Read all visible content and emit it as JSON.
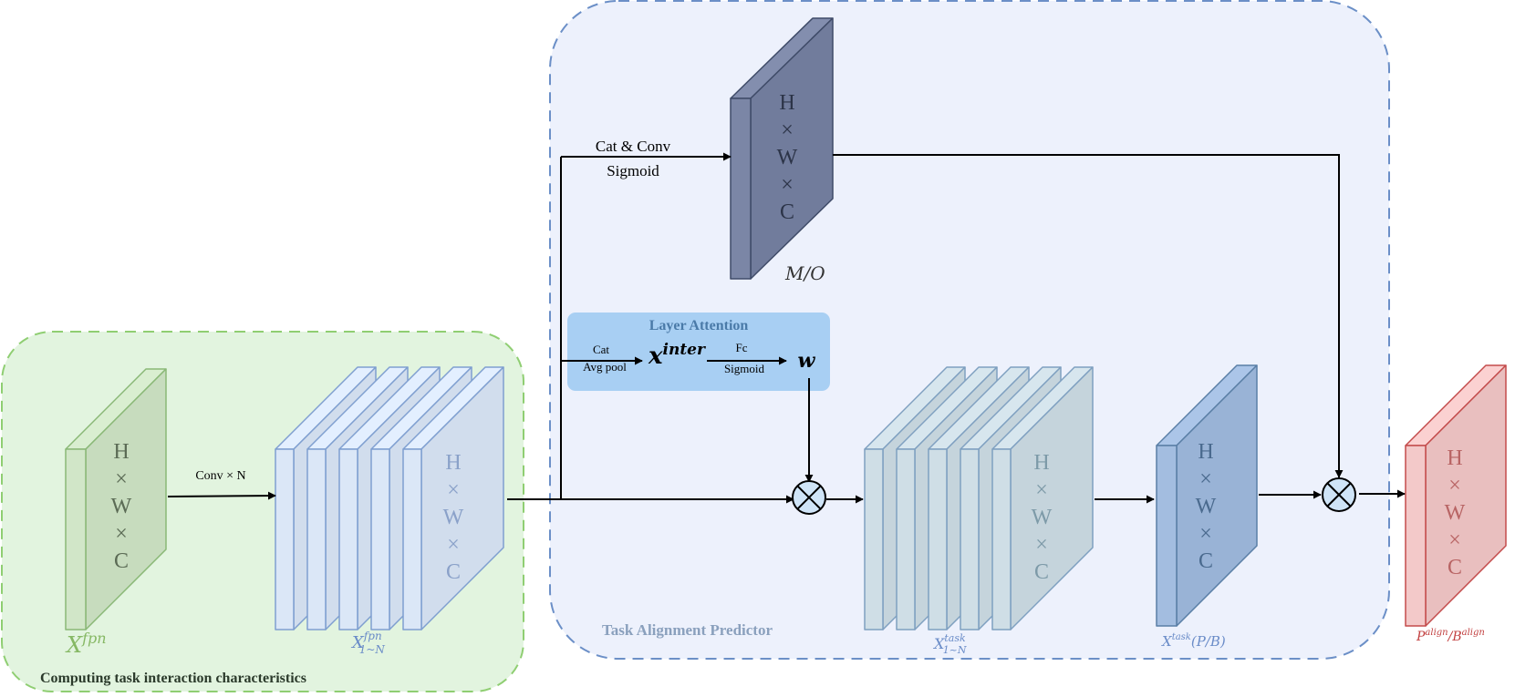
{
  "regions": {
    "computing": {
      "title": "Computing task interaction characteristics"
    },
    "predictor": {
      "title": "Task Alignment Predictor"
    },
    "layer_attention": {
      "title": "Layer Attention"
    }
  },
  "dims": {
    "h": "H",
    "times": "×",
    "w": "W",
    "c": "C"
  },
  "labels": {
    "x_fpn": {
      "base": "X",
      "sup": "fpn"
    },
    "x_fpn_stack": {
      "base": "X",
      "sup": "fpn",
      "sub": "1~N"
    },
    "x_task_stack": {
      "base": "X",
      "sup": "task",
      "sub": "1~N"
    },
    "x_task_pb": {
      "base": "X",
      "sup": "task",
      "tail": "(P/B)"
    },
    "mo": "M/O",
    "p_align": {
      "p": "P",
      "p_sup": "align",
      "slash": "/",
      "b": "B",
      "b_sup": "align"
    },
    "x_inter": {
      "base": "x",
      "sup": "inter"
    },
    "w": "w"
  },
  "ops": {
    "conv_n": "Conv × N",
    "cat_conv": "Cat & Conv",
    "sigmoid_top": "Sigmoid",
    "cat": "Cat",
    "avg_pool": "Avg pool",
    "fc": "Fc",
    "sigmoid_la": "Sigmoid"
  },
  "colors": {
    "green_fill": "#e2f4df",
    "green_border": "#8fce72",
    "blue_region_fill": "#edf1fc",
    "blue_region_border": "#6b8fc7",
    "layer_attention_fill": "#a8cff3",
    "layer_attention_title": "#4a7aa8",
    "green_block": "#d1e6c8",
    "green_block_border": "#8ab877",
    "light_blue_block": "#dbe7f7",
    "light_blue_border": "#7f9fd0",
    "teal_block": "#cfdee6",
    "teal_border": "#7fa0c0",
    "mid_blue_block": "#a3bde0",
    "mid_blue_border": "#5a7fa6",
    "dark_slate_block": "#7b86a6",
    "dark_slate_border": "#3f4b68",
    "red_block": "#f3c9c9",
    "red_border": "#c44c4c",
    "label_green": "#86b864",
    "label_blue": "#6a8cc8",
    "label_red": "#c24040",
    "label_slate": "#333333",
    "multiply_fill": "#cfe4f7"
  },
  "icons": [
    "multiply-circle-icon",
    "arrow-right-icon",
    "arrow-down-icon"
  ]
}
